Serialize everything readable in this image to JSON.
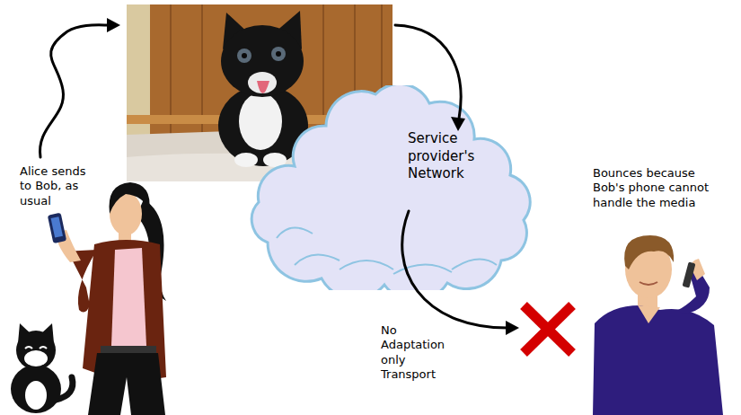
{
  "diagram": {
    "nodes": [
      {
        "text": [
          "Service provider's Network"
        ]
      }
    ],
    "labels": [
      "Alice sends to Bob, as usual",
      "No Adaptation only Transport",
      "Bounces because Bob's phone cannot handle the media"
    ]
  }
}
